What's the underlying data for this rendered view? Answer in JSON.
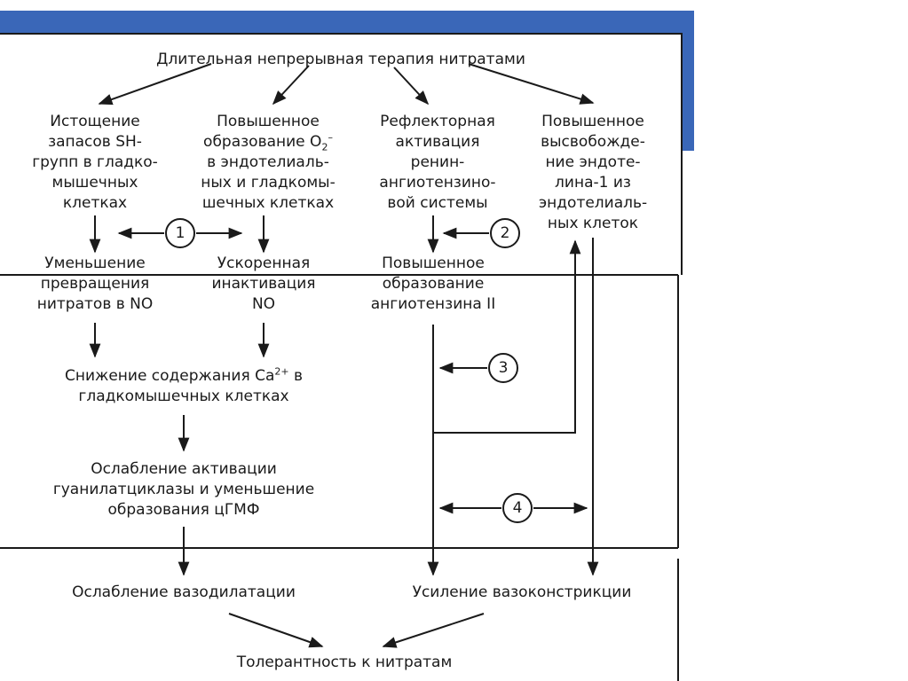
{
  "frame_colors": {
    "band": "#3a67b8",
    "line": "#1a1a1a",
    "background": "#ffffff"
  },
  "top": {
    "title": "Длительная непрерывная терапия нитратами"
  },
  "mechanisms": {
    "sh_depletion": {
      "lines": [
        "Истощение",
        "запасов SH-",
        "групп в гладко-",
        "мышечных",
        "клетках"
      ]
    },
    "o2_formation": {
      "line1": "Повышенное",
      "line2_text": "образование O",
      "line2_sub": "2",
      "line2_sup": "–",
      "lines_rest": [
        "в эндотелиаль-",
        "ных и гладкомы-",
        "шечных клетках"
      ]
    },
    "renin": {
      "lines": [
        "Рефлекторная",
        "активация",
        "ренин-",
        "ангиотензино-",
        "вой системы"
      ]
    },
    "endothelin": {
      "lines": [
        "Повышенное",
        "высвобожде-",
        "ние эндоте-",
        "лина-1 из",
        "эндотелиаль-",
        "ных клеток"
      ]
    }
  },
  "effects": {
    "no_conversion": {
      "lines": [
        "Уменьшение",
        "превращения",
        "нитратов в NO"
      ]
    },
    "no_inactivation": {
      "lines": [
        "Ускоренная",
        "инактивация",
        "NO"
      ]
    },
    "angiotensin": {
      "lines": [
        "Повышенное",
        "образование",
        "ангиотензина II"
      ]
    },
    "calcium": {
      "line1_text": "Снижение содержания Ca",
      "line1_sup": "2+",
      "line1_end": " в",
      "line2": "гладкомышечных клетках"
    },
    "guanylate": {
      "lines": [
        "Ослабление активации",
        "гуанилатциклазы и уменьшение",
        "образования цГМФ"
      ]
    }
  },
  "outcomes": {
    "vasodilation": "Ослабление вазодилатации",
    "vasoconstriction": "Усиление вазоконстрикции",
    "tolerance": "Толерантность к нитратам"
  },
  "circles": [
    "1",
    "2",
    "3",
    "4"
  ]
}
